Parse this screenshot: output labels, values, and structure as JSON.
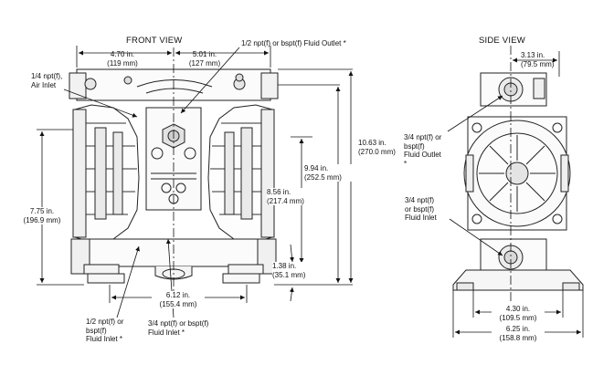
{
  "titles": {
    "front_view": "FRONT VIEW",
    "side_view": "SIDE VIEW"
  },
  "front": {
    "width_left": "4.70 in.\n(119 mm)",
    "width_right": "5.01 in.\n(127 mm)",
    "fluid_outlet": "1/2 npt(f) or bspt(f) Fluid Outlet *",
    "air_inlet": "1/4 npt(f),\nAir Inlet",
    "height_left": "7.75 in.\n(196.9 mm)",
    "height_total": "10.63 in.\n(270.0 mm)",
    "height_manifold": "9.94 in.\n(252.5 mm)",
    "height_center": "8.56 in.\n(217.4 mm)",
    "height_foot": "1.38 in.\n(35.1 mm)",
    "base_width": "6.12 in.\n(155.4 mm)",
    "fluid_inlet_left": "1/2 npt(f) or\nbspt(f)\nFluid Inlet *",
    "fluid_inlet_center": "3/4 npt(f) or bspt(f)\nFluid Inlet *"
  },
  "side": {
    "top_offset": "3.13 in.\n(79.5 mm)",
    "fluid_outlet": "3/4 npt(f) or\nbspt(f)\nFluid Outlet\n*",
    "fluid_inlet": "3/4 npt(f)\nor bspt(f)\nFluid Inlet",
    "base_inner": "4.30 in.\n(109.5 mm)",
    "base_outer": "6.25 in.\n(158.8 mm)"
  }
}
